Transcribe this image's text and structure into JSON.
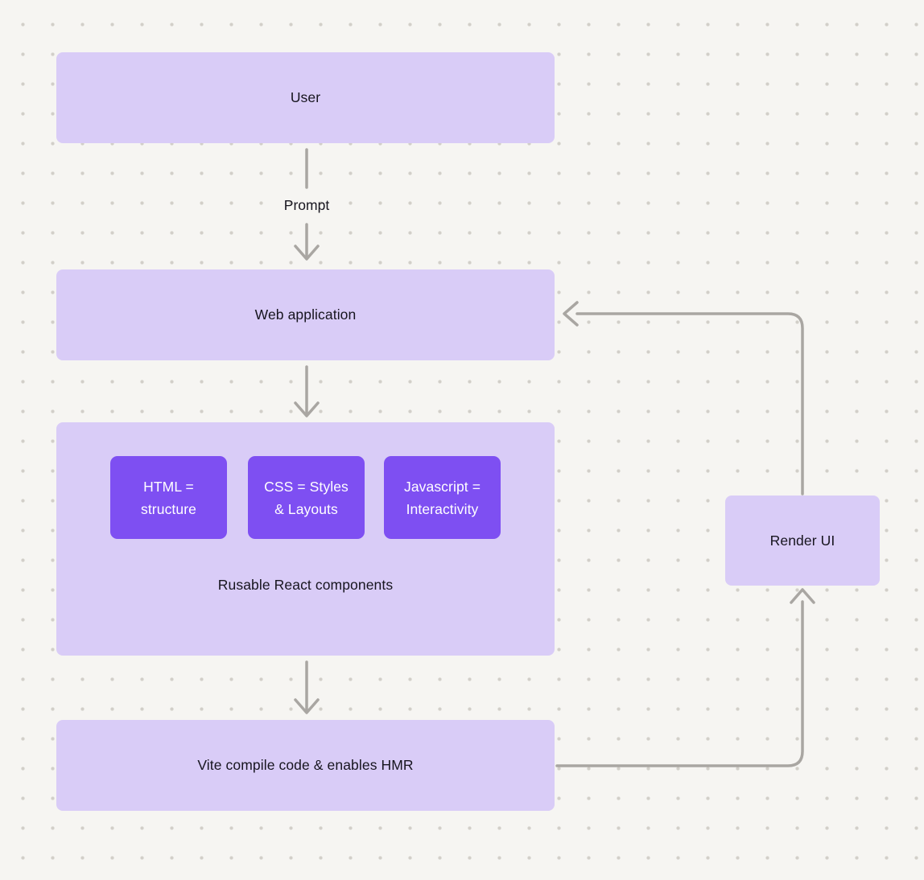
{
  "diagram": {
    "nodes": {
      "user": {
        "label": "User"
      },
      "web_application": {
        "label": "Web application"
      },
      "components": {
        "chips": [
          {
            "label": "HTML = structure"
          },
          {
            "label": "CSS = Styles & Layouts"
          },
          {
            "label": "Javascript = Interactivity"
          }
        ],
        "caption": "Rusable React components"
      },
      "vite": {
        "label": "Vite compile code & enables HMR"
      },
      "render_ui": {
        "label": "Render UI"
      }
    },
    "edges": {
      "prompt_label": "Prompt"
    },
    "colors": {
      "node_fill": "#d9ccf7",
      "chip_fill": "#7e4ff2",
      "chip_text": "#ffffff",
      "node_text": "#17151f",
      "connector": "#a9a6a2",
      "canvas_bg": "#f6f5f2",
      "dot": "#d2cfc9"
    }
  }
}
